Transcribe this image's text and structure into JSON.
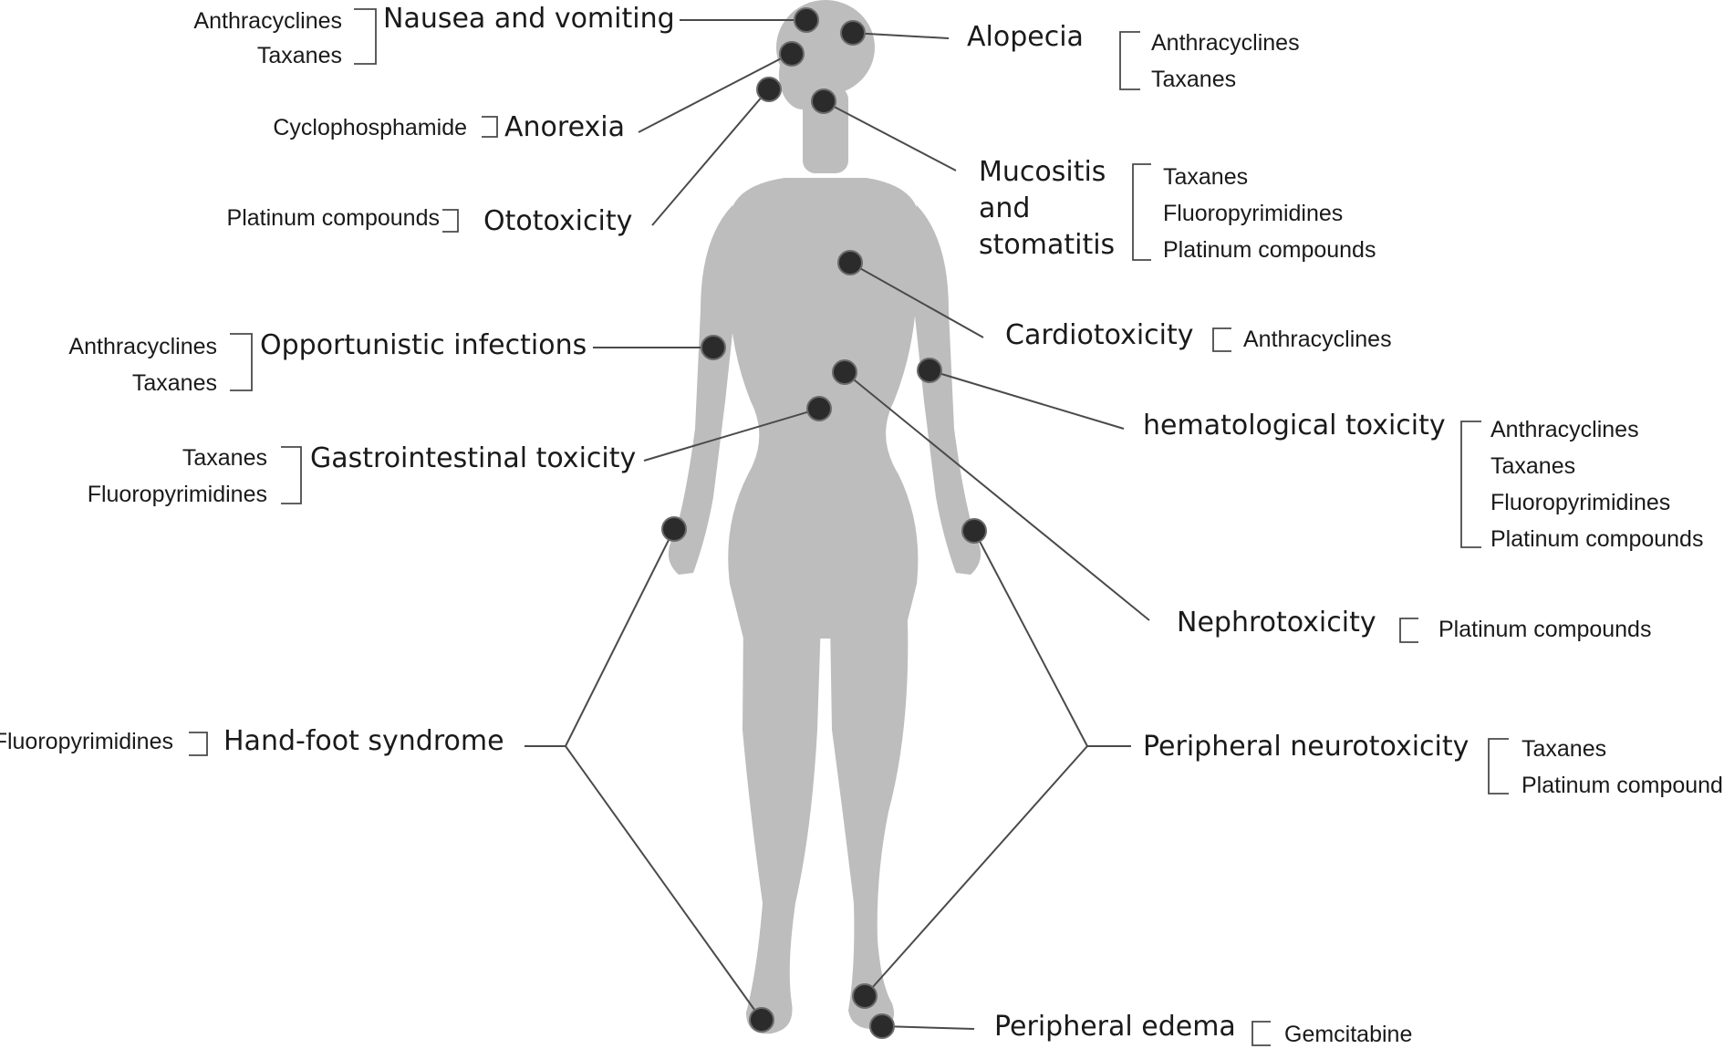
{
  "colors": {
    "silhouette": "#bdbdbd",
    "marker": "#2b2b2b",
    "line": "#4a4a4a",
    "text": "#1a1a1a"
  },
  "effects": {
    "nausea": {
      "label": "Nausea and vomiting",
      "drugs": [
        "Anthracyclines",
        "Taxanes"
      ]
    },
    "anorexia": {
      "label": "Anorexia",
      "drugs": [
        "Cyclophosphamide"
      ]
    },
    "ototoxicity": {
      "label": "Ototoxicity",
      "drugs": [
        "Platinum compounds"
      ]
    },
    "infections": {
      "label": "Opportunistic infections",
      "drugs": [
        "Anthracyclines",
        "Taxanes"
      ]
    },
    "gastro": {
      "label": "Gastrointestinal toxicity",
      "drugs": [
        "Taxanes",
        "Fluoropyrimidines"
      ]
    },
    "handfoot": {
      "label": "Hand-foot syndrome",
      "drugs": [
        "Fluoropyrimidines"
      ]
    },
    "alopecia": {
      "label": "Alopecia",
      "drugs": [
        "Anthracyclines",
        "Taxanes"
      ]
    },
    "mucositis": {
      "label_lines": [
        "Mucositis",
        "and",
        "stomatitis"
      ],
      "drugs": [
        "Taxanes",
        "Fluoropyrimidines",
        "Platinum compounds"
      ]
    },
    "cardio": {
      "label": "Cardiotoxicity",
      "drugs": [
        "Anthracyclines"
      ]
    },
    "hemato": {
      "label": "hematological toxicity",
      "drugs": [
        "Anthracyclines",
        "Taxanes",
        "Fluoropyrimidines",
        "Platinum compounds"
      ]
    },
    "nephro": {
      "label": "Nephrotoxicity",
      "drugs": [
        "Platinum compounds"
      ]
    },
    "neuro": {
      "label": "Peripheral neurotoxicity",
      "drugs": [
        "Taxanes",
        "Platinum compounds"
      ]
    },
    "edema": {
      "label": "Peripheral edema",
      "drugs": [
        "Gemcitabine"
      ]
    }
  }
}
